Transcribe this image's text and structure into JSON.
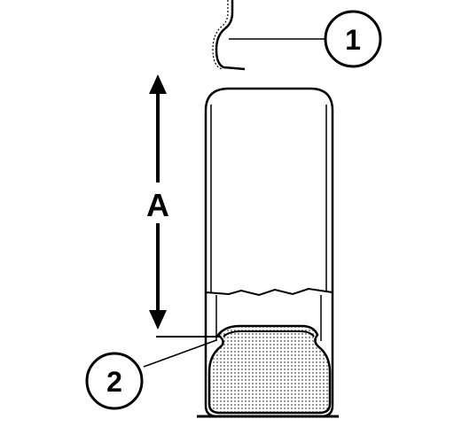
{
  "diagram": {
    "callouts": [
      {
        "id": "1",
        "label": "1"
      },
      {
        "id": "2",
        "label": "2"
      }
    ],
    "dimension": {
      "label": "A"
    }
  },
  "colors": {
    "line": "#000000",
    "background": "#ffffff"
  }
}
